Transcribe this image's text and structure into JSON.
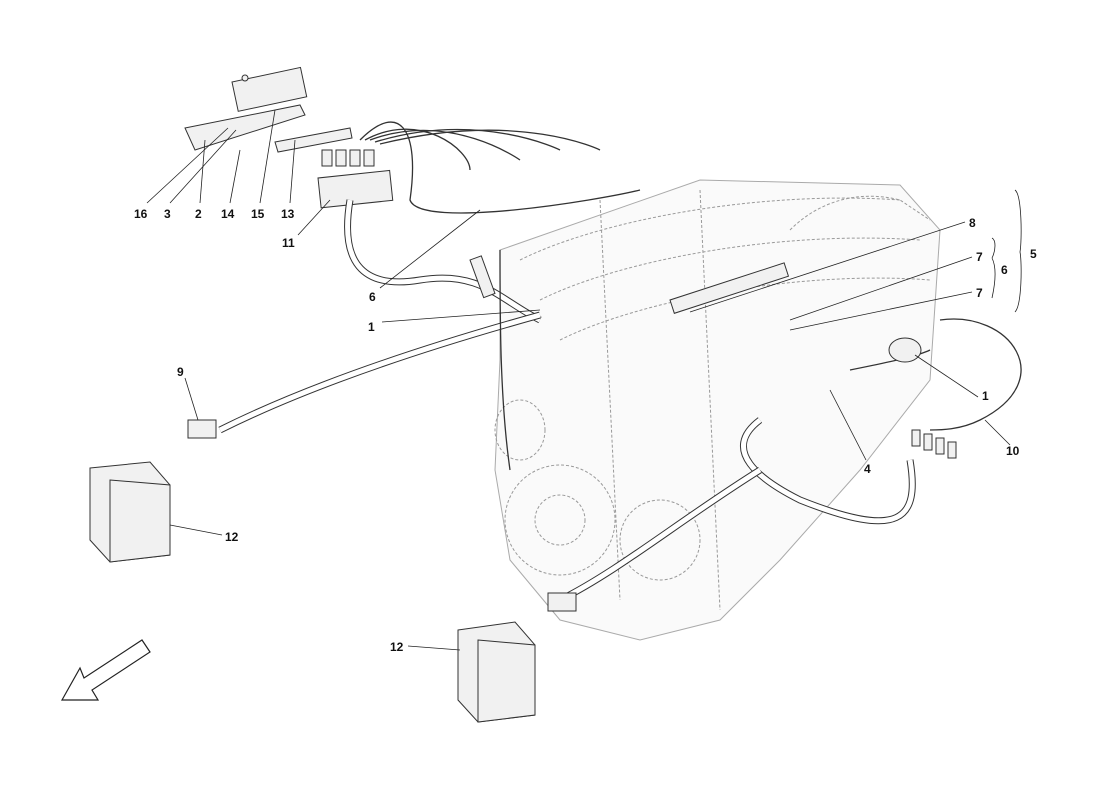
{
  "diagram": {
    "labels": {
      "l16": "16",
      "l3": "3",
      "l2": "2",
      "l14": "14",
      "l15": "15",
      "l13": "13",
      "l11": "11",
      "l6a": "6",
      "l1a": "1",
      "l9": "9",
      "l12a": "12",
      "l12b": "12",
      "l8": "8",
      "l7a": "7",
      "l6b": "6",
      "l7b": "7",
      "l5": "5",
      "l1b": "1",
      "l10": "10",
      "l4": "4"
    },
    "direction_arrow": "front-direction-arrow"
  }
}
